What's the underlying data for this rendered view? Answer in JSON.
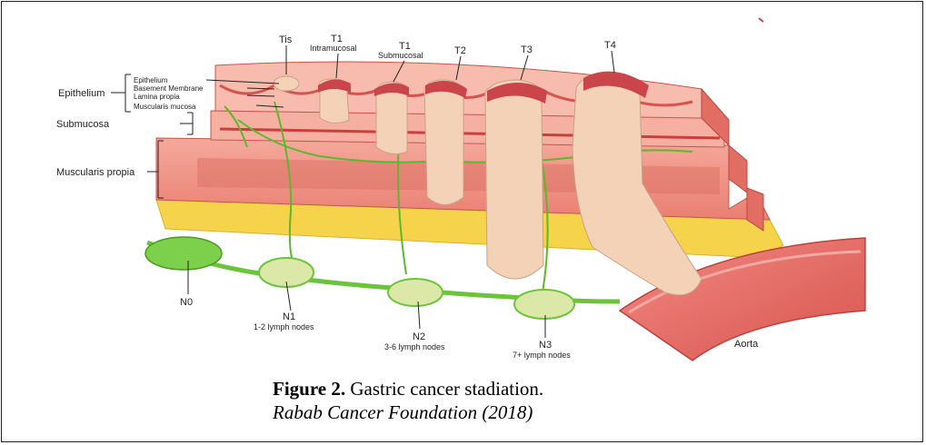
{
  "layer_labels": {
    "epithelium": "Epithelium",
    "submucosa": "Submucosa",
    "muscularis_propia": "Muscularis propia"
  },
  "sublayer_labels": [
    "Epithelium",
    "Basement Membrane",
    "Lamina propia",
    "Muscularis mucosa"
  ],
  "t_stages": [
    {
      "name": "Tis",
      "sub": ""
    },
    {
      "name": "T1",
      "sub": "Intramucosal"
    },
    {
      "name": "T1",
      "sub": "Submucosal"
    },
    {
      "name": "T2",
      "sub": ""
    },
    {
      "name": "T3",
      "sub": ""
    },
    {
      "name": "T4",
      "sub": ""
    }
  ],
  "n_stages": [
    {
      "name": "N0",
      "sub": ""
    },
    {
      "name": "N1",
      "sub": "1-2 lymph nodes"
    },
    {
      "name": "N2",
      "sub": "3-6 lymph nodes"
    },
    {
      "name": "N3",
      "sub": "7+ lymph nodes"
    }
  ],
  "aorta_label": "Aorta",
  "caption": {
    "figure_label": "Figure 2.",
    "title": "Gastric cancer stadiation.",
    "source": "Rabab Cancer Foundation (2018)"
  },
  "colors": {
    "muscle": "#f29a8c",
    "muscle_dark": "#d8645a",
    "mucosa": "#f7b9a8",
    "fat": "#f5d34a",
    "tumor": "#f3d2b8",
    "tumor_top": "#c9454a",
    "lymph": "#6cc33c",
    "nerve": "#5cb82c",
    "aorta": "#e86b66"
  }
}
